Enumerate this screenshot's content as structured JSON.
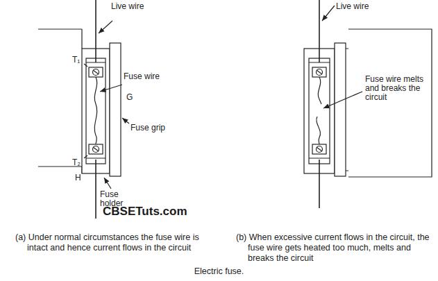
{
  "diagram": {
    "caption": "Electric fuse.",
    "labels": [
      "Live wire",
      "T₁",
      "Fuse wire",
      "G",
      "Fuse grip",
      "T₂",
      "H",
      "Fuse holder",
      "Live wire",
      "Fuse wire melts and breaks the circuit",
      "CBSETuts.com",
      "(a) Under normal circumstances the fuse wire is intact and hence current flows in the circuit",
      "(b) When excessive current flows in the circuit, the fuse wire gets heated too much, melts and breaks the circuit"
    ]
  }
}
